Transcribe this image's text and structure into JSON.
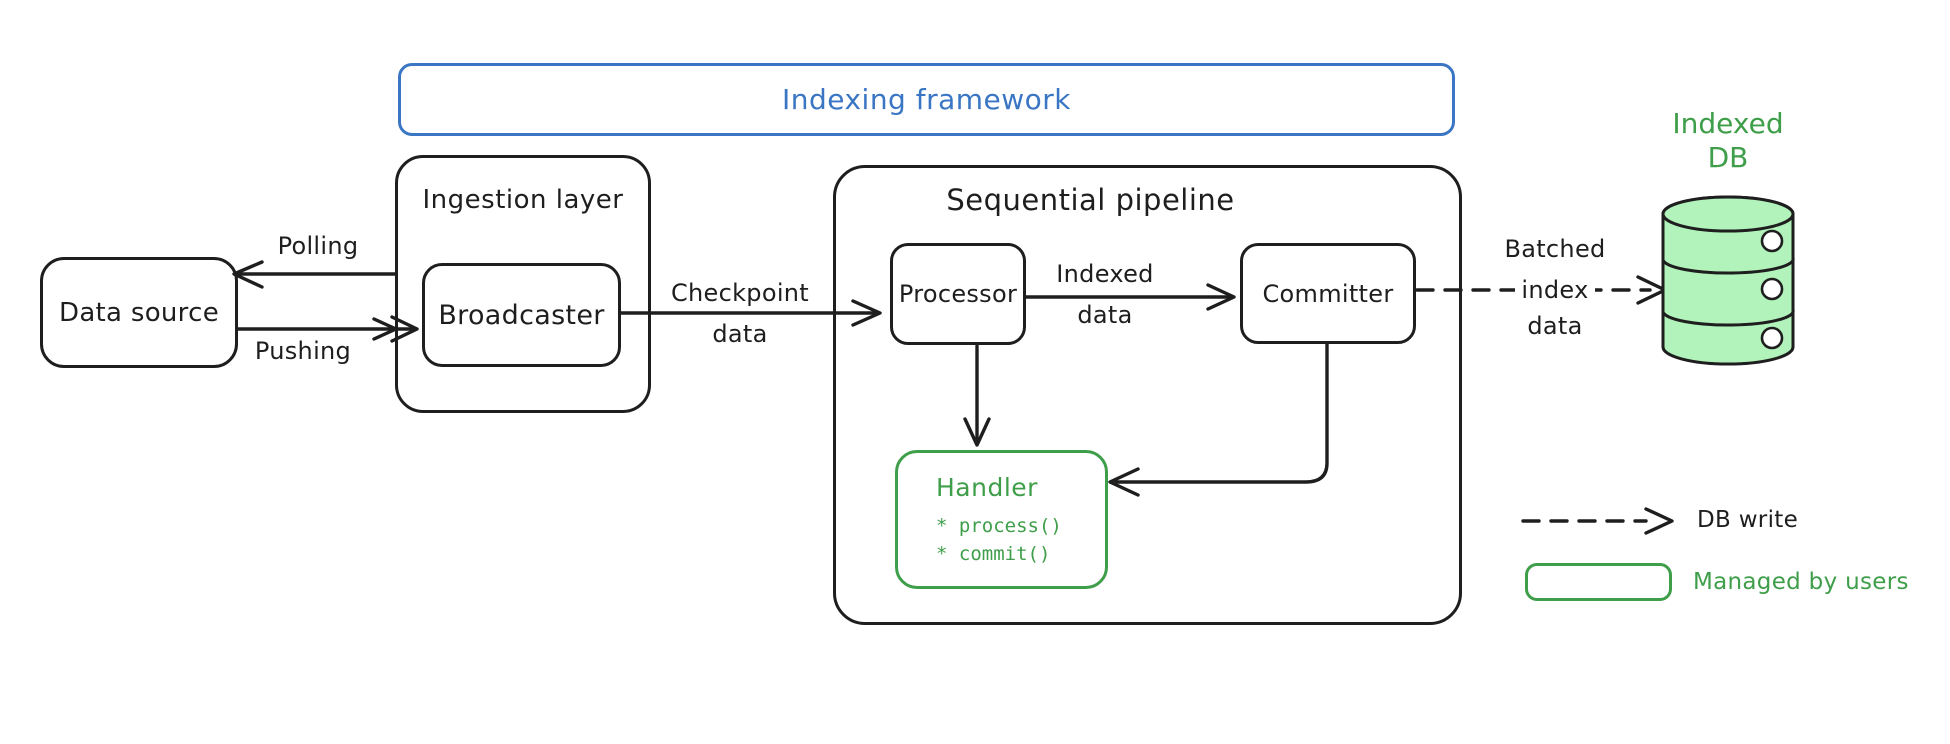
{
  "frame": {
    "title": "Indexing framework"
  },
  "nodes": {
    "data_source": {
      "label": "Data source"
    },
    "ingestion_layer": {
      "label": "Ingestion layer"
    },
    "broadcaster": {
      "label": "Broadcaster"
    },
    "sequential_pipeline": {
      "label": "Sequential pipeline"
    },
    "processor": {
      "label": "Processor"
    },
    "committer": {
      "label": "Committer"
    },
    "handler": {
      "label": "Handler",
      "methods": [
        "* process()",
        "* commit()"
      ]
    },
    "indexed_db": {
      "line1": "Indexed",
      "line2": "DB"
    }
  },
  "edges": {
    "polling": {
      "label": "Polling"
    },
    "pushing": {
      "label": "Pushing"
    },
    "checkpoint": {
      "line1": "Checkpoint",
      "line2": "data"
    },
    "indexed": {
      "line1": "Indexed",
      "line2": "data"
    },
    "batched": {
      "line1": "Batched",
      "line2": "index",
      "line3": "data"
    }
  },
  "legend": {
    "db_write": {
      "label": "DB write"
    },
    "managed_by_users": {
      "label": "Managed by users"
    }
  },
  "colors": {
    "stroke_black": "#1e1e1e",
    "accent_blue": "#3b76c4",
    "accent_green": "#3f9e4a",
    "db_fill": "#b2f2bb"
  }
}
